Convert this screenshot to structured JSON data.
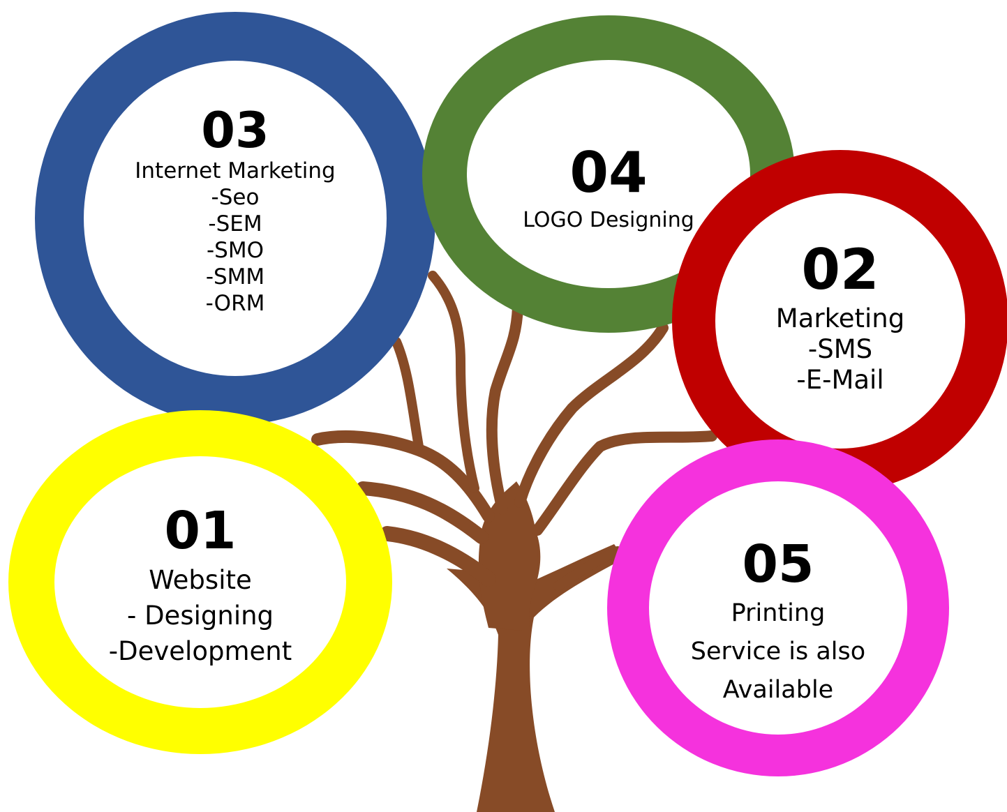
{
  "colors": {
    "trunk": "#874b27",
    "ring_01": "#ffff00",
    "ring_02": "#c00000",
    "ring_03": "#2f5597",
    "ring_04": "#548235",
    "ring_05": "#f532dd",
    "text": "#000000"
  },
  "services": {
    "s03": {
      "number": "03",
      "lines": [
        "Internet Marketing",
        "-Seo",
        "-SEM",
        "-SMO",
        "-SMM",
        "-ORM"
      ]
    },
    "s04": {
      "number": "04",
      "lines": [
        "LOGO Designing"
      ]
    },
    "s02": {
      "number": "02",
      "lines": [
        "Marketing",
        "-SMS",
        "-E-Mail"
      ]
    },
    "s01": {
      "number": "01",
      "lines": [
        "Website",
        "- Designing",
        "-Development"
      ]
    },
    "s05": {
      "number": "05",
      "lines": [
        "Printing",
        "Service is also",
        "Available"
      ]
    }
  }
}
